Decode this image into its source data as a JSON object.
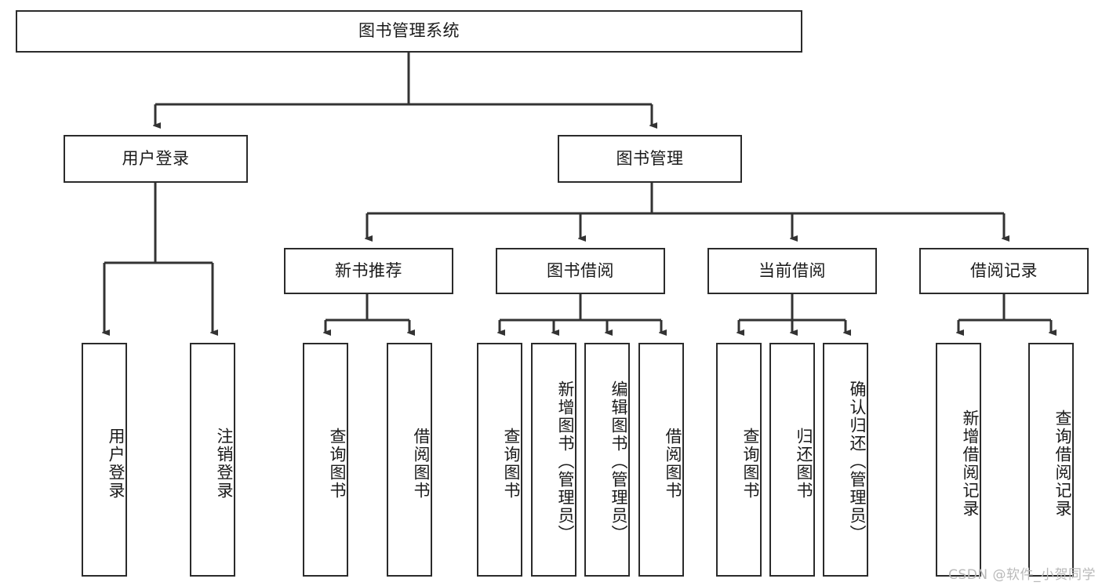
{
  "diagram": {
    "type": "tree-hierarchy",
    "title": "图书管理系统",
    "root": {
      "id": "root",
      "label": "图书管理系统",
      "level": 0
    },
    "level2": [
      {
        "id": "user-login",
        "label": "用户登录"
      },
      {
        "id": "book-manage",
        "label": "图书管理"
      }
    ],
    "level3": [
      {
        "id": "new-book-recommend",
        "label": "新书推荐",
        "parent": "book-manage"
      },
      {
        "id": "book-borrow",
        "label": "图书借阅",
        "parent": "book-manage"
      },
      {
        "id": "current-borrow",
        "label": "当前借阅",
        "parent": "book-manage"
      },
      {
        "id": "borrow-record",
        "label": "借阅记录",
        "parent": "book-manage"
      }
    ],
    "leaves": [
      {
        "id": "leaf-user-login",
        "label": "用户登录",
        "parent": "user-login"
      },
      {
        "id": "leaf-logout",
        "label": "注销登录",
        "parent": "user-login"
      },
      {
        "id": "leaf-query-book-1",
        "label": "查询图书",
        "parent": "new-book-recommend"
      },
      {
        "id": "leaf-borrow-book-1",
        "label": "借阅图书",
        "parent": "new-book-recommend"
      },
      {
        "id": "leaf-query-book-2",
        "label": "查询图书",
        "parent": "book-borrow"
      },
      {
        "id": "leaf-add-book",
        "label": "新增图书（管理员）",
        "parent": "book-borrow"
      },
      {
        "id": "leaf-edit-book",
        "label": "编辑图书（管理员）",
        "parent": "book-borrow"
      },
      {
        "id": "leaf-borrow-book-2",
        "label": "借阅图书",
        "parent": "book-borrow"
      },
      {
        "id": "leaf-query-book-3",
        "label": "查询图书",
        "parent": "current-borrow"
      },
      {
        "id": "leaf-return-book",
        "label": "归还图书",
        "parent": "current-borrow"
      },
      {
        "id": "leaf-confirm-return",
        "label": "确认归还（管理员）",
        "parent": "current-borrow"
      },
      {
        "id": "leaf-add-record",
        "label": "新增借阅记录",
        "parent": "borrow-record"
      },
      {
        "id": "leaf-query-record",
        "label": "查询借阅记录",
        "parent": "borrow-record"
      }
    ]
  },
  "watermark": {
    "text": "CSDN @软件_小贺同学"
  },
  "colors": {
    "border": "#2b2b2b",
    "background": "#ffffff",
    "text": "#1a1a1a",
    "connector": "#333333",
    "watermark": "#b9b9b9"
  }
}
